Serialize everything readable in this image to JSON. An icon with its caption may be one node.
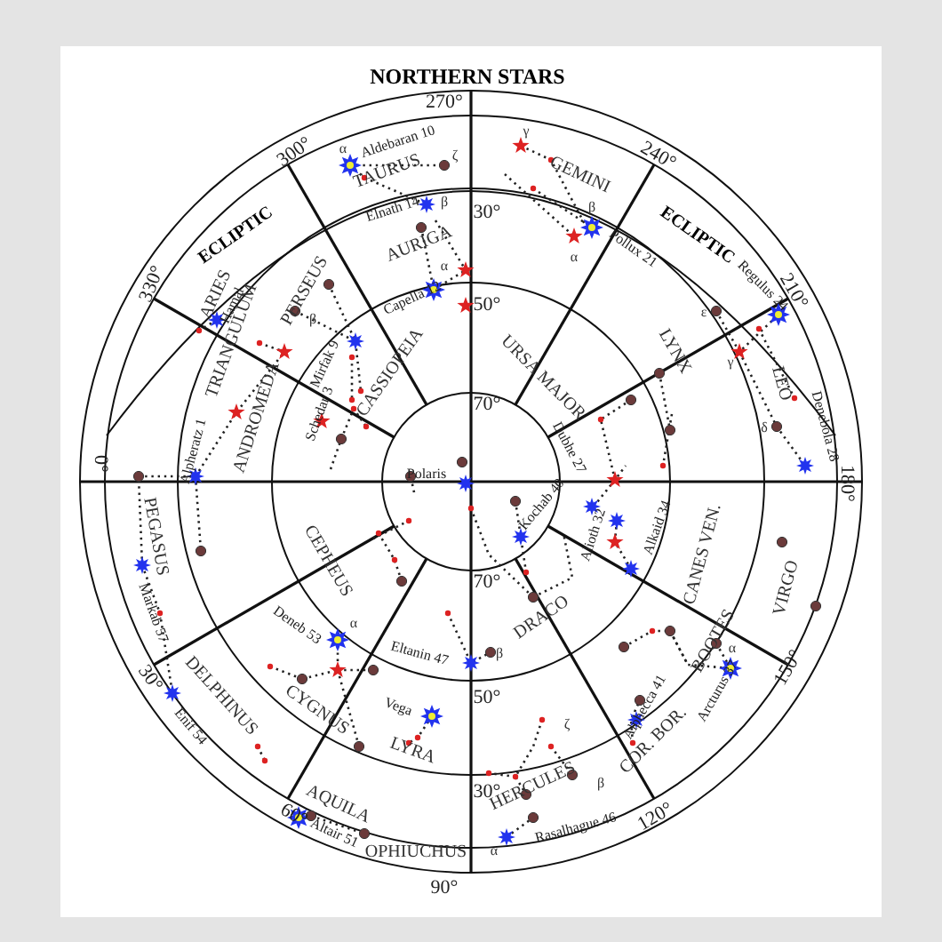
{
  "diagram": {
    "title": "NORTHERN STARS",
    "labels": [
      "270°",
      "300°",
      "330°",
      "0°",
      "30°",
      "60°",
      "90°",
      "120°",
      "150°",
      "180°",
      "210°",
      "240°",
      "30°",
      "50°",
      "70°",
      "70°",
      "50°",
      "30°",
      "TAURUS",
      "GEMINI",
      "AURIGA",
      "ARIES",
      "PERSEUS",
      "TRIANGULUM",
      "ANDROMEDA",
      "CASSIOPEIA",
      "URSA MAJOR",
      "LYNX",
      "LEO",
      "PEGASUS",
      "CEPHEUS",
      "CYGNUS",
      "DELPHINUS",
      "LYRA",
      "AQUILA",
      "OPHIUCHUS",
      "HERCULES",
      "COR. BOR.",
      "BOOTES",
      "CANES VEN.",
      "VIRGO",
      "DRACO",
      "ECLIPTIC",
      "ECLIPTIC",
      "Aldebaran 10",
      "Elnath 14",
      "Capella 12",
      "Pollux 21",
      "Regulus 24",
      "Denebola 28",
      "Hamal",
      "Mirfak 9",
      "Alpheratz 1",
      "Schedar 3",
      "Polaris",
      "Dubhe 27",
      "Kochab 40",
      "Alioth 32",
      "Alkaid 34",
      "Markab 57",
      "Enif 54",
      "Deneb 53",
      "Eltanin 47",
      "Vega",
      "Altair 51",
      "Rasalhague 46",
      "Alphecca 41",
      "Arcturus 37",
      "α",
      "ζ",
      "β",
      "γ",
      "β",
      "α",
      "α",
      "ε",
      "γ",
      "δ",
      "β",
      "α",
      "α",
      "β",
      "ζ",
      "α",
      "β"
    ]
  }
}
